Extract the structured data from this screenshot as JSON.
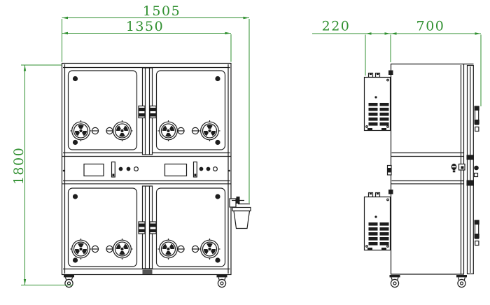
{
  "page": {
    "description": "Two-view engineering outline drawing of a four-door shielded source cabinet on casters",
    "background": "#ffffff"
  },
  "colors": {
    "line": "#1d1d1d",
    "dimension": "#2f8f2f",
    "background": "#ffffff"
  },
  "views": {
    "front": {
      "label": "front-view"
    },
    "side": {
      "label": "side-view"
    }
  },
  "dimensions": {
    "overall_width": "1505",
    "cabinet_width": "1350",
    "overall_height": "1800",
    "rear_unit_depth": "220",
    "cabinet_depth": "700"
  }
}
